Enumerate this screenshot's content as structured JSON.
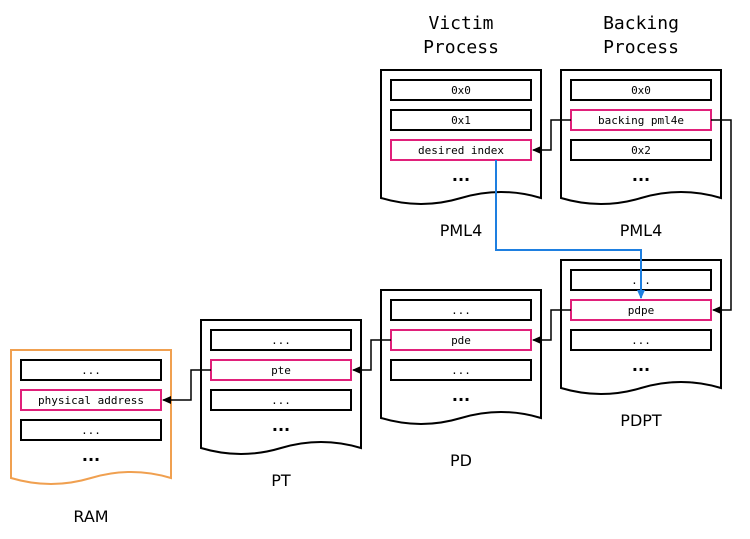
{
  "titles": {
    "victim_line1": "Victim",
    "victim_line2": "Process",
    "backing_line1": "Backing",
    "backing_line2": "Process"
  },
  "tables": {
    "victim_pml4": {
      "label": "PML4",
      "cells": [
        "0x0",
        "0x1",
        "desired index"
      ],
      "more": "..."
    },
    "backing_pml4": {
      "label": "PML4",
      "cells": [
        "0x0",
        "backing pml4e",
        "0x2"
      ],
      "more": "..."
    },
    "pdpt": {
      "label": "PDPT",
      "cells": [
        "...",
        "pdpe",
        "..."
      ],
      "more": "..."
    },
    "pd": {
      "label": "PD",
      "cells": [
        "...",
        "pde",
        "..."
      ],
      "more": "..."
    },
    "pt": {
      "label": "PT",
      "cells": [
        "...",
        "pte",
        "..."
      ],
      "more": "..."
    },
    "ram": {
      "label": "RAM",
      "cells": [
        "...",
        "physical address",
        "..."
      ],
      "more": "..."
    }
  },
  "colors": {
    "highlight": "#e0207a",
    "ram_border": "#f0a050",
    "blue_arrow": "#1e7fe0",
    "black": "#000000"
  }
}
